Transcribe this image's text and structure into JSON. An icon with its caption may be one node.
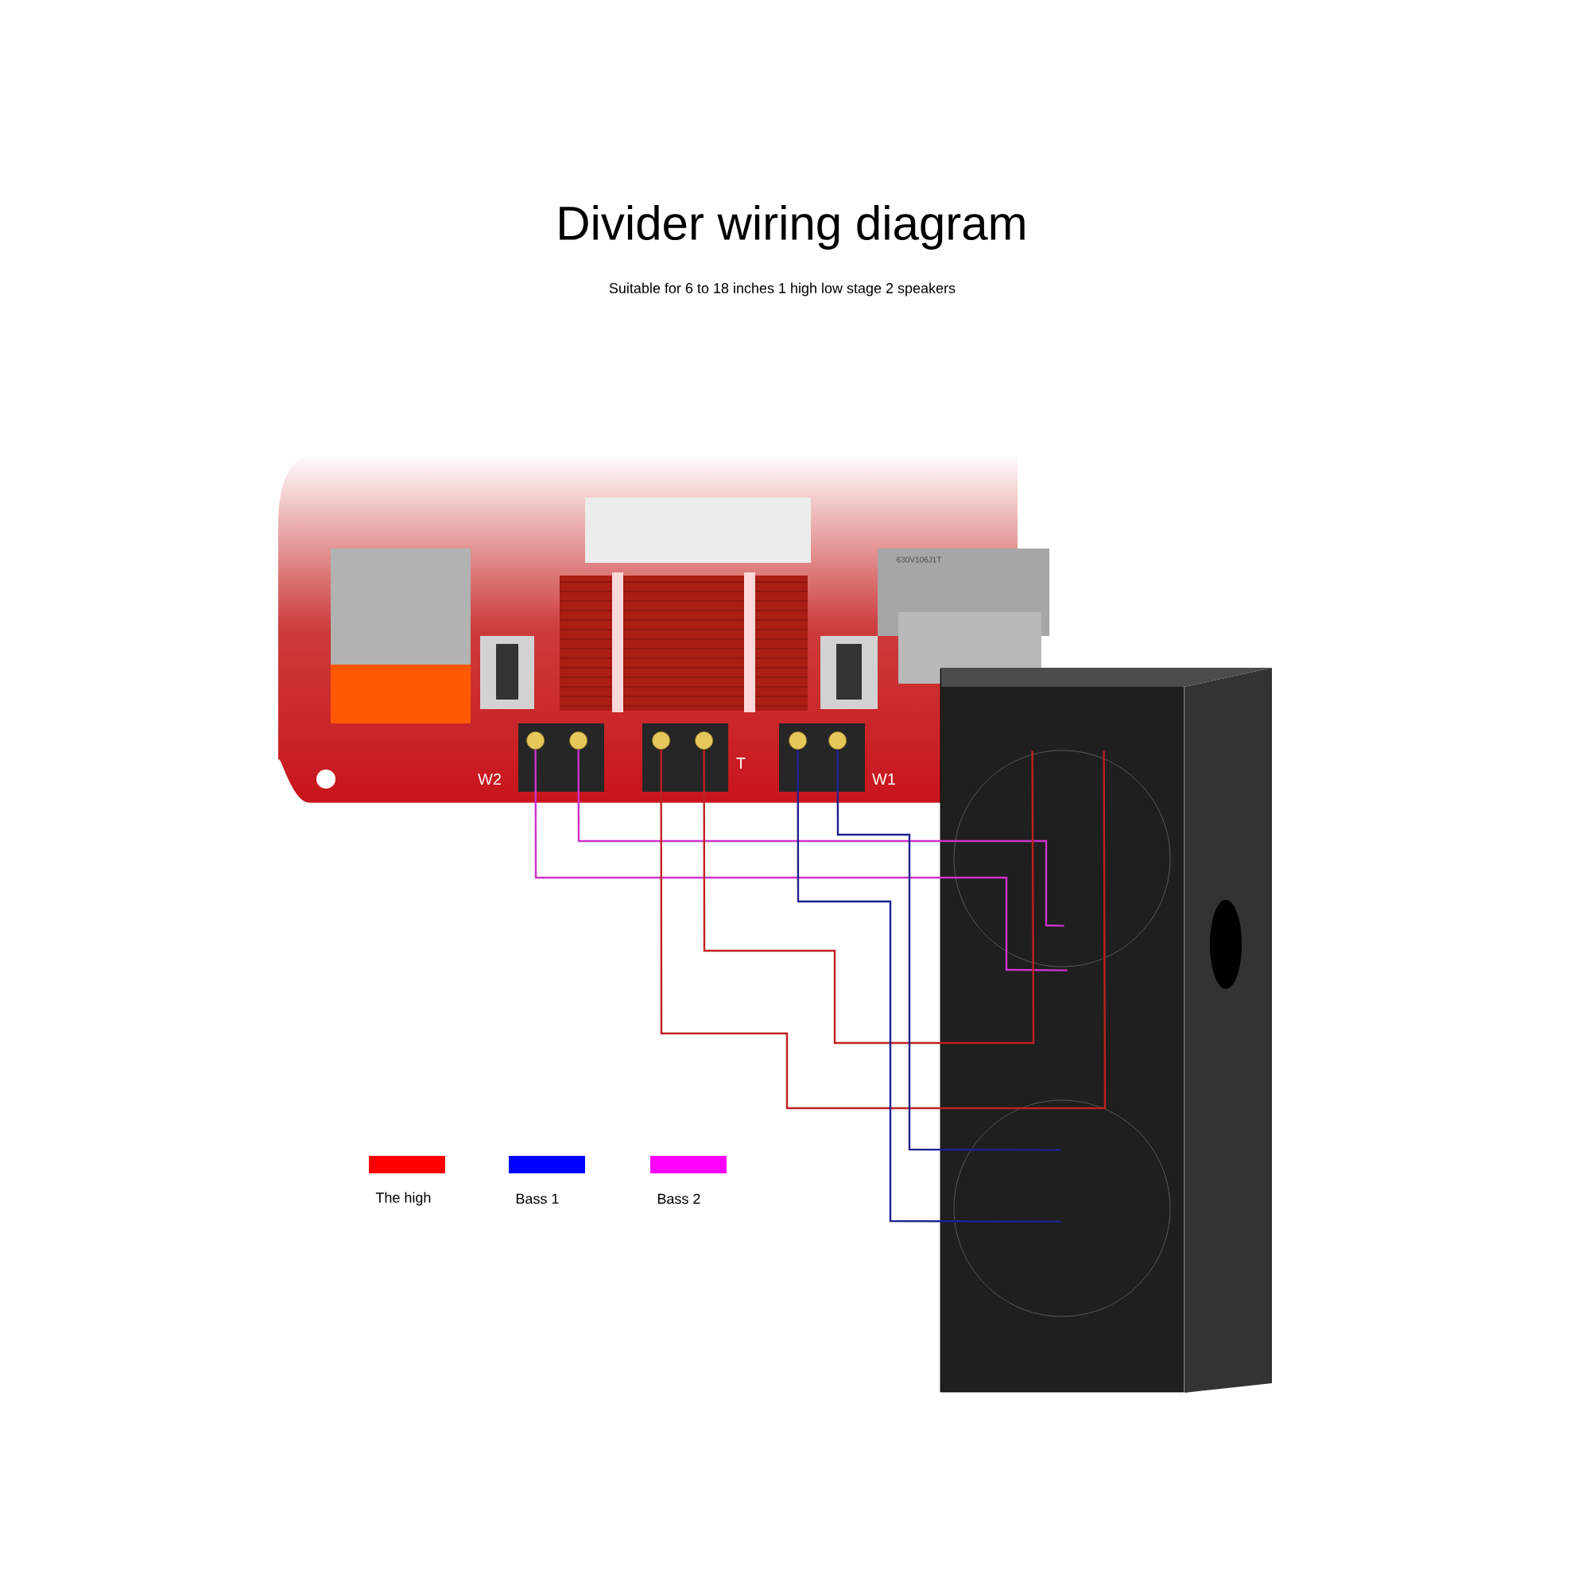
{
  "diagram": {
    "title": "Divider wiring diagram",
    "caption": "Suitable for 6 to 18 inches 1 high low stage 2 speakers",
    "nodes": [
      {
        "text": [],
        "shape": "picture"
      },
      {
        "text": [],
        "shape": "circle",
        "in": 0
      },
      {
        "text": [],
        "shape": "circle",
        "in": 0
      },
      {
        "text": [],
        "shape": "circle",
        "in": 0
      },
      {
        "text": [],
        "shape": "circle",
        "in": 0
      },
      {
        "text": [],
        "shape": "circle",
        "in": 0
      },
      {
        "text": [],
        "shape": "circle",
        "in": 0
      },
      {
        "text": [],
        "shape": "picture"
      }
    ],
    "edges": [
      {
        "from": 1,
        "to": 7,
        "arrow": "none",
        "color": "#cc33cc"
      },
      {
        "from": 2,
        "to": 7,
        "arrow": "none",
        "color": "#cc33cc"
      },
      {
        "from": 3,
        "to": 7,
        "arrow": "none",
        "color": "#c02020"
      },
      {
        "from": 4,
        "to": 7,
        "arrow": "none",
        "color": "#c02020"
      },
      {
        "from": 5,
        "to": 7,
        "arrow": "none",
        "color": "#202090"
      },
      {
        "from": 6,
        "to": 7,
        "arrow": "none",
        "color": "#202090"
      }
    ],
    "labels": [
      "630V106J1T",
      "W2",
      "T",
      "W1"
    ],
    "legend": [
      {
        "text": "The high",
        "color": "#ff0000"
      },
      {
        "text": "Bass 1",
        "color": "#0000ff"
      },
      {
        "text": "Bass 2",
        "color": "#ff00ff"
      }
    ]
  }
}
